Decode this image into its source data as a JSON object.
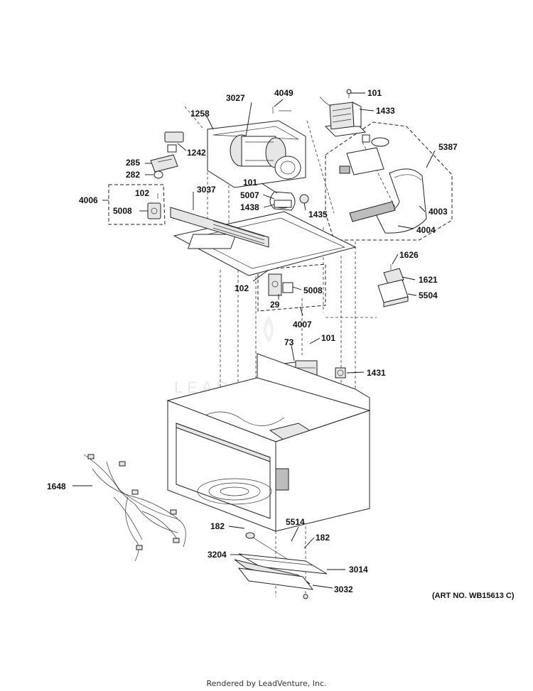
{
  "watermark": "LEADVENTURE",
  "art_number": "(ART NO. WB15613 C)",
  "footer": "Rendered by LeadVenture, Inc.",
  "callouts": [
    {
      "id": "101",
      "label": "101"
    },
    {
      "id": "1433",
      "label": "1433"
    },
    {
      "id": "4049",
      "label": "4049"
    },
    {
      "id": "3027",
      "label": "3027"
    },
    {
      "id": "1258",
      "label": "1258"
    },
    {
      "id": "1242",
      "label": "1242"
    },
    {
      "id": "5387",
      "label": "5387"
    },
    {
      "id": "285",
      "label": "285"
    },
    {
      "id": "282",
      "label": "282"
    },
    {
      "id": "102",
      "label": "102"
    },
    {
      "id": "3037",
      "label": "3037"
    },
    {
      "id": "101b",
      "label": "101"
    },
    {
      "id": "5007",
      "label": "5007"
    },
    {
      "id": "4006",
      "label": "4006"
    },
    {
      "id": "4003",
      "label": "4003"
    },
    {
      "id": "5008",
      "label": "5008"
    },
    {
      "id": "1438",
      "label": "1438"
    },
    {
      "id": "1435",
      "label": "1435"
    },
    {
      "id": "4004",
      "label": "4004"
    },
    {
      "id": "1626",
      "label": "1626"
    },
    {
      "id": "1621",
      "label": "1621"
    },
    {
      "id": "102b",
      "label": "102"
    },
    {
      "id": "5008b",
      "label": "5008"
    },
    {
      "id": "5504",
      "label": "5504"
    },
    {
      "id": "29",
      "label": "29"
    },
    {
      "id": "4007",
      "label": "4007"
    },
    {
      "id": "101c",
      "label": "101"
    },
    {
      "id": "73",
      "label": "73"
    },
    {
      "id": "1431",
      "label": "1431"
    },
    {
      "id": "1648",
      "label": "1648"
    },
    {
      "id": "182",
      "label": "182"
    },
    {
      "id": "5514",
      "label": "5514"
    },
    {
      "id": "182b",
      "label": "182"
    },
    {
      "id": "3204",
      "label": "3204"
    },
    {
      "id": "3014",
      "label": "3014"
    },
    {
      "id": "3032",
      "label": "3032"
    }
  ]
}
